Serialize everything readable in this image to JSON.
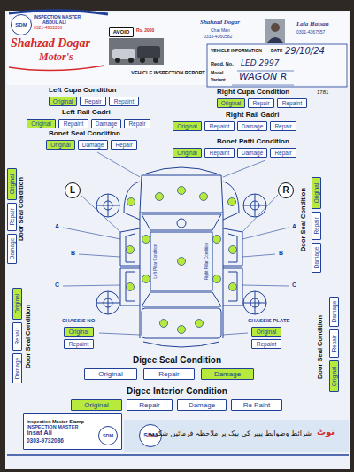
{
  "diagram": {
    "title": "VEHICLE INSPECTION REPORT",
    "nodes": [
      {
        "text": [
          "SDM"
        ]
      },
      {
        "text": [
          "AVOID"
        ]
      },
      {
        "text": [
          "Original"
        ]
      },
      {
        "text": [
          "Repair"
        ]
      },
      {
        "text": [
          "Repaint"
        ]
      },
      {
        "text": [
          "Original"
        ]
      },
      {
        "text": [
          "Repair"
        ]
      },
      {
        "text": [
          "Repaint"
        ]
      },
      {
        "text": [
          "Original"
        ]
      },
      {
        "text": [
          "Repaint"
        ]
      },
      {
        "text": [
          "Damage"
        ]
      },
      {
        "text": [
          "Repair"
        ]
      },
      {
        "text": [
          "Original"
        ]
      },
      {
        "text": [
          "Repaint"
        ]
      },
      {
        "text": [
          "Damage"
        ]
      },
      {
        "text": [
          "Repair"
        ]
      },
      {
        "text": [
          "Original"
        ]
      },
      {
        "text": [
          "Damage"
        ]
      },
      {
        "text": [
          "Repair"
        ]
      },
      {
        "text": [
          "Original"
        ]
      },
      {
        "text": [
          "Repaint"
        ]
      },
      {
        "text": [
          "Damage"
        ]
      },
      {
        "text": [
          "Repair"
        ]
      },
      {
        "text": [
          "L"
        ]
      },
      {
        "text": [
          "R"
        ]
      },
      {
        "text": [
          "Original"
        ]
      },
      {
        "text": [
          "Repair"
        ]
      },
      {
        "text": [
          "Damage"
        ]
      },
      {
        "text": [
          "Original"
        ]
      },
      {
        "text": [
          "Repair"
        ]
      },
      {
        "text": [
          "Damage"
        ]
      },
      {
        "text": [
          "Original"
        ]
      },
      {
        "text": [
          "Repair"
        ]
      },
      {
        "text": [
          "Damage"
        ]
      },
      {
        "text": [
          "Damage"
        ]
      },
      {
        "text": [
          "Repair"
        ]
      },
      {
        "text": [
          "Original"
        ]
      },
      {
        "text": [
          "Original"
        ]
      },
      {
        "text": [
          "Repaint"
        ]
      },
      {
        "text": [
          "Original"
        ]
      },
      {
        "text": [
          "Repaint"
        ]
      },
      {
        "text": [
          "Original"
        ]
      },
      {
        "text": [
          "Repair"
        ]
      },
      {
        "text": [
          "Damage"
        ]
      },
      {
        "text": [
          "Original"
        ]
      },
      {
        "text": [
          "Repair"
        ]
      },
      {
        "text": [
          "Damage"
        ]
      },
      {
        "text": [
          "Re Paint"
        ]
      },
      {
        "text": [
          "Inspection Master Stamp",
          "INSPECTION MASTER",
          "Insaf Ali",
          "0303-9732086"
        ]
      },
      {
        "text": [
          "SDM"
        ],
        "in": 48
      },
      {
        "text": [
          "SDM"
        ]
      }
    ],
    "labels": [
      "INSPECTION MASTER",
      "ABDUL ALI",
      "0321-4932236",
      "Shahzad Dogar",
      "Motor's",
      "Rs. 2000",
      "Shahzad Dogar",
      "Chat Man",
      "0333-4360582",
      "Lala Hassan",
      "0301-4367557",
      "VEHICLE INFORMATION",
      "DATE",
      "29/10/24",
      "Regd. No.",
      "LED 2997",
      "Model",
      "Variant",
      "WAGON R",
      "1781",
      "Left Cupa Condition",
      "Right Cupa Condition",
      "Left Rail Gadri",
      "Right Rail Gadri",
      "Bonet Seal Condition",
      "Bonet Patti Condition",
      "Door Seal Condition",
      "Door Seal Condition",
      "Door Seal Condition",
      "Door Seal Condition",
      "A",
      "B",
      "C",
      "A",
      "B",
      "C",
      "Left Pillar Condition",
      "Right Pillar Condition",
      "CHASSIS NO",
      "CHASSIS PLATE",
      "Digee Seal Condition",
      "Digee Interior Condition",
      "شرائط وضوابط پیپر کی بیک پر ملاحظہ فرمائیں شکریہ",
      "نوٹ"
    ]
  }
}
